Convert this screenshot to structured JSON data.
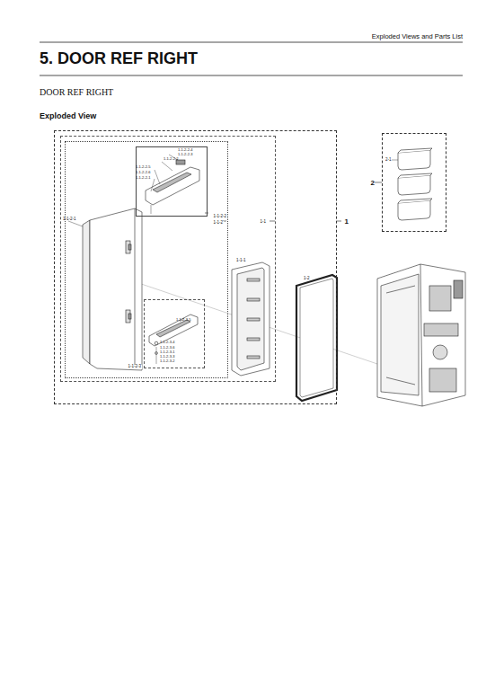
{
  "diagram": {
    "title": "5.  DOOR REF RIGHT",
    "nodes": [
      {
        "text": [
          "1"
        ]
      },
      {
        "text": [
          "1-1"
        ],
        "in": 0
      },
      {
        "text": [
          "1-1-2"
        ],
        "in": 1
      },
      {
        "text": [
          "1-1-2-2"
        ],
        "in": 2
      },
      {
        "text": [
          "1-1-2-3"
        ],
        "in": 2
      },
      {
        "text": [
          "2"
        ]
      }
    ],
    "labels": [
      "Exploded Views and Parts List",
      "DOOR REF RIGHT",
      "Exploded View",
      "1-1-2-2-4",
      "1-1-2-2-3",
      "1-1-2-2-2",
      "1-1-2-2-5",
      "1-1-2-2-6",
      "1-1-2-2-1",
      "1-1-2-3-5",
      "1-1-2-3-4",
      "1-1-2-3-6",
      "1-1-2-3-1",
      "1-1-2-3-3",
      "1-1-2-3-2",
      "1-1-2-1",
      "1-1-1",
      "1-2",
      "2-1"
    ]
  }
}
